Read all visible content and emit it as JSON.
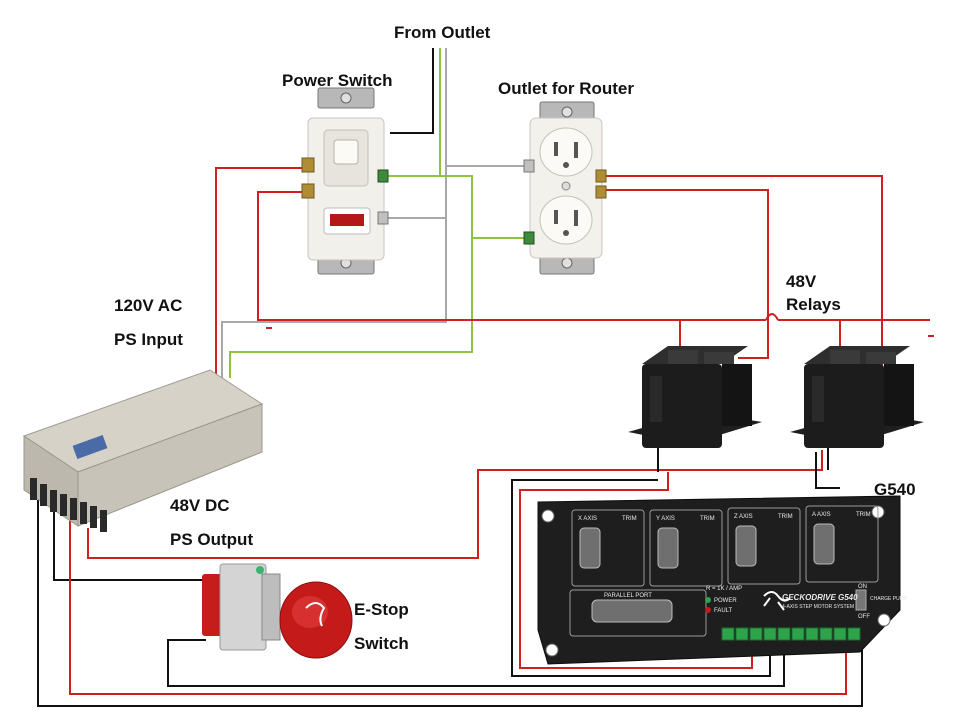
{
  "labels": {
    "from_outlet": "From Outlet",
    "power_switch": "Power Switch",
    "outlet_for_router": "Outlet for Router",
    "relays_line1": "48V",
    "relays_line2": "Relays",
    "ps_input_line1": "120V AC",
    "ps_input_line2": "PS Input",
    "ps_output_line1": "48V DC",
    "ps_output_line2": "PS Output",
    "estop_line1": "E-Stop",
    "estop_line2": "Switch",
    "g540": "G540"
  },
  "g540_board": {
    "brand": "GECKODRIVE G540",
    "subtitle": "4-AXIS STEP MOTOR SYSTEM",
    "axes": [
      "X AXIS",
      "Y AXIS",
      "Z AXIS",
      "A AXIS"
    ],
    "trim": "TRIM",
    "parallel_port": "PARALLEL PORT",
    "power_led": "POWER",
    "fault_led": "FAULT",
    "amp_note": "R = 1K / AMP",
    "charge_pump_on": "ON",
    "charge_pump_label": "CHARGE PUMP",
    "charge_pump_off": "OFF"
  },
  "colors": {
    "hot_wire": "#d11f1f",
    "neutral_wire": "#a8a8a8",
    "switched_wire": "#8cc43c",
    "line_wire": "#111111",
    "board": "#1e1e1e",
    "terminal": "#2fa34a"
  }
}
